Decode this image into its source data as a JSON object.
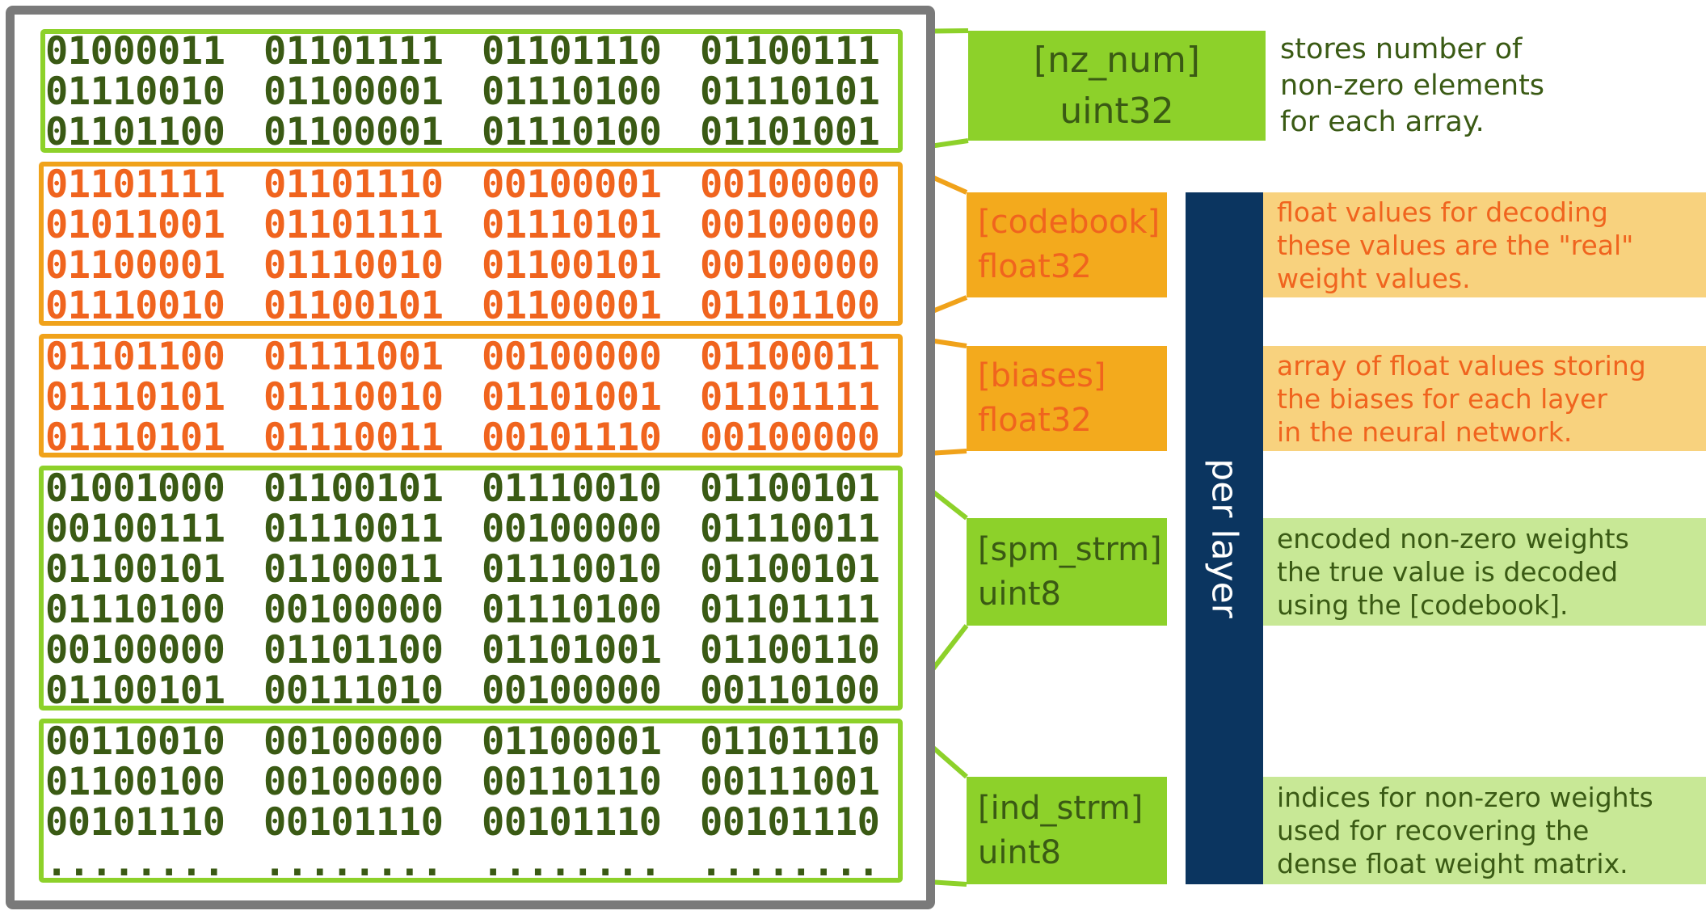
{
  "colors": {
    "frame": "#7a7a7a",
    "green_border": "#8dd12a",
    "green_text": "#3a5a14",
    "orange_border": "#f0a21a",
    "orange_text": "#f0641e",
    "orange_label_bg": "#f3aa1d",
    "orange_desc_bg": "#f8d27e",
    "green_label_bg": "#8dd12a",
    "green_desc_bg": "#c8e896",
    "per_layer_bg": "#0b3560"
  },
  "sections": [
    {
      "id": "nz_num",
      "theme": "green",
      "rows": [
        [
          "01000011",
          "01101111",
          "01101110",
          "01100111"
        ],
        [
          "01110010",
          "01100001",
          "01110100",
          "01110101"
        ],
        [
          "01101100",
          "01100001",
          "01110100",
          "01101001"
        ]
      ],
      "label_name": "[nz_num]",
      "label_type": "uint32",
      "desc_lines": [
        "stores number of",
        "non-zero elements",
        "for each array."
      ]
    },
    {
      "id": "codebook",
      "theme": "orange",
      "rows": [
        [
          "01101111",
          "01101110",
          "00100001",
          "00100000"
        ],
        [
          "01011001",
          "01101111",
          "01110101",
          "00100000"
        ],
        [
          "01100001",
          "01110010",
          "01100101",
          "00100000"
        ],
        [
          "01110010",
          "01100101",
          "01100001",
          "01101100"
        ]
      ],
      "label_name": "[codebook]",
      "label_type": "float32",
      "desc_lines": [
        "float values for decoding",
        "these values are the \"real\"",
        "weight values."
      ]
    },
    {
      "id": "biases",
      "theme": "orange",
      "rows": [
        [
          "01101100",
          "01111001",
          "00100000",
          "01100011"
        ],
        [
          "01110101",
          "01110010",
          "01101001",
          "01101111"
        ],
        [
          "01110101",
          "01110011",
          "00101110",
          "00100000"
        ]
      ],
      "label_name": "[biases]",
      "label_type": "float32",
      "desc_lines": [
        "array of float values storing",
        "the biases for each layer",
        "in the neural network."
      ]
    },
    {
      "id": "spm_strm",
      "theme": "green",
      "rows": [
        [
          "01001000",
          "01100101",
          "01110010",
          "01100101"
        ],
        [
          "00100111",
          "01110011",
          "00100000",
          "01110011"
        ],
        [
          "01100101",
          "01100011",
          "01110010",
          "01100101"
        ],
        [
          "01110100",
          "00100000",
          "01110100",
          "01101111"
        ],
        [
          "00100000",
          "01101100",
          "01101001",
          "01100110"
        ],
        [
          "01100101",
          "00111010",
          "00100000",
          "00110100"
        ]
      ],
      "label_name": "[spm_strm]",
      "label_type": "uint8",
      "desc_lines": [
        "encoded non-zero weights",
        "the true value is decoded",
        "using the [codebook]."
      ]
    },
    {
      "id": "ind_strm",
      "theme": "green",
      "rows": [
        [
          "00110010",
          "00100000",
          "01100001",
          "01101110"
        ],
        [
          "01100100",
          "00100000",
          "00110110",
          "00111001"
        ],
        [
          "00101110",
          "00101110",
          "00101110",
          "00101110"
        ],
        [
          "........",
          "........",
          "........",
          "........"
        ]
      ],
      "label_name": "[ind_strm]",
      "label_type": "uint8",
      "desc_lines": [
        "indices for non-zero weights",
        "used for recovering the",
        "dense float weight matrix."
      ]
    }
  ],
  "per_layer": "per layer"
}
